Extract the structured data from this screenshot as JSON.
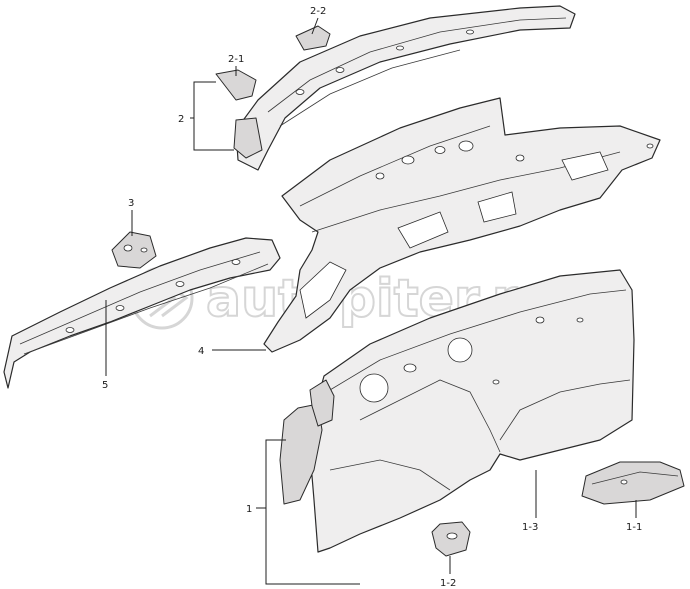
{
  "watermark": {
    "text": "autopiter.ru"
  },
  "callouts": {
    "c1": "1",
    "c1_1": "1-1",
    "c1_2": "1-2",
    "c1_3": "1-3",
    "c2": "2",
    "c2_1": "2-1",
    "c2_2": "2-2",
    "c3": "3",
    "c4": "4",
    "c5": "5"
  },
  "colors": {
    "line": "#2b2b2b",
    "panel": "#efeeee",
    "watermark": "#d6d6d6"
  }
}
